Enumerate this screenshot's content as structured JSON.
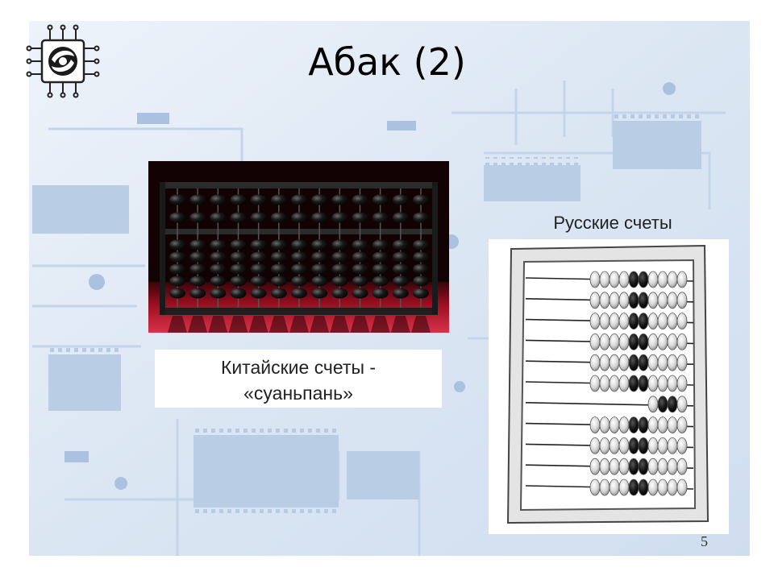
{
  "slide": {
    "title": "Абак (2)",
    "page_number": "5"
  },
  "chinese_abacus": {
    "caption_line1": "Китайские счеты -",
    "caption_line2": "«суаньпань»",
    "rods": 13
  },
  "russian_abacus": {
    "caption": "Русские счеты",
    "rows": 11
  },
  "colors": {
    "background_tint": "#dbe7f3",
    "circuit_blue": "#b6cde6",
    "abacus_red": "#b8122a",
    "bead_dark": "#151515"
  },
  "icons": {
    "logo": "chip-logo-icon"
  }
}
